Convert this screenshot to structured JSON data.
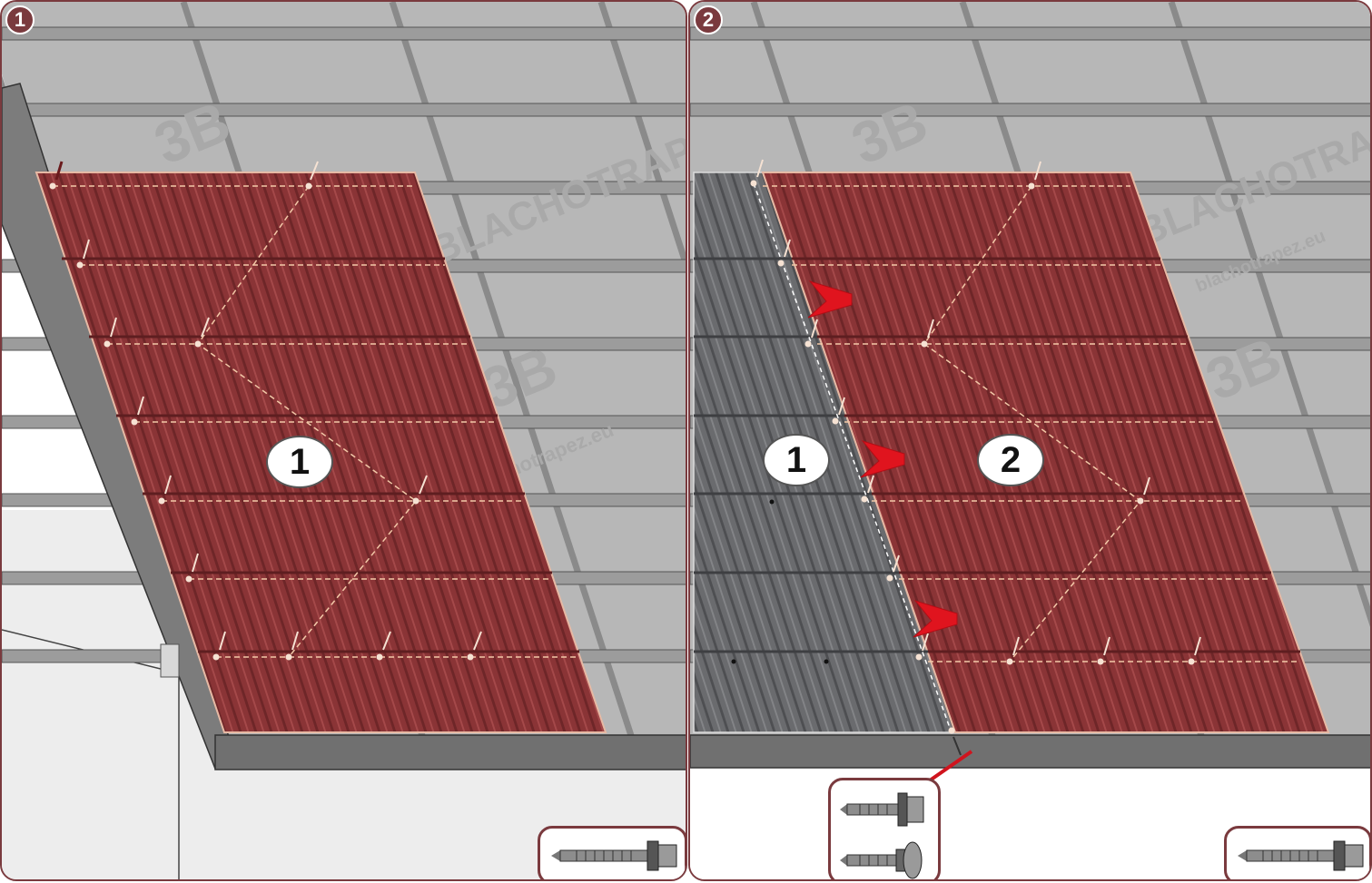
{
  "steps": [
    {
      "number": "1",
      "sheets": [
        {
          "label": "1"
        }
      ]
    },
    {
      "number": "2",
      "sheets": [
        {
          "label": "1"
        },
        {
          "label": "2"
        }
      ]
    }
  ],
  "colors": {
    "frame": "#7a3a3e",
    "sheet_red": "#8a3436",
    "sheet_gray": "#6a6b6e",
    "arrow": "#e0141e",
    "screw_line": "#f3c9a8",
    "batten": "#9a9a9a",
    "membrane": "#b7b7b7"
  },
  "icons": {
    "screw": "hex-head-self-drilling-screw-icon",
    "wafer_screw": "wafer-head-screw-icon",
    "arrow": "red-arrow-icon"
  },
  "background_text": [
    "3B",
    "BLACHOTRAPEZ",
    "blachotrapez.eu"
  ]
}
